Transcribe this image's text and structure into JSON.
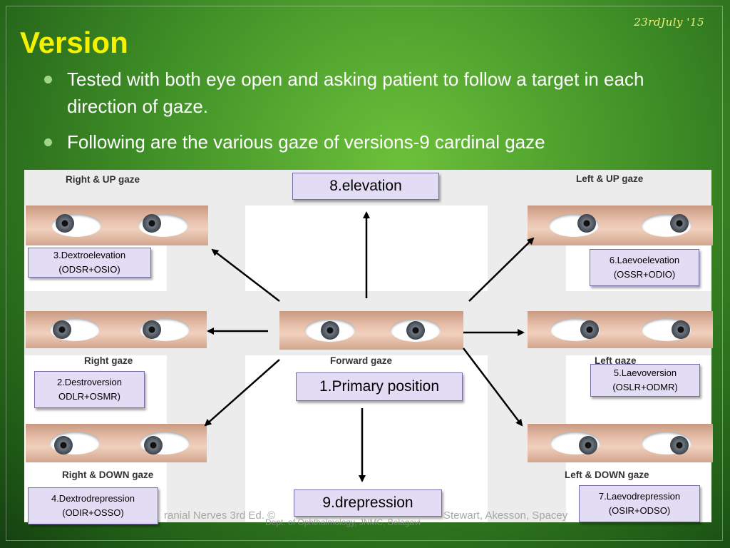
{
  "date": "23rdJuly '15",
  "title": "Version",
  "bullets": [
    "Tested with both eye open and asking patient to follow a target in each direction of gaze.",
    "Following are the various gaze of versions-9 cardinal gaze"
  ],
  "figure_labels": {
    "right_up": "Right & UP gaze",
    "left_up": "Left & UP gaze",
    "right": "Right gaze",
    "forward": "Forward gaze",
    "left": "Left gaze",
    "right_down": "Right & DOWN gaze",
    "left_down": "Left & DOWN gaze"
  },
  "boxes": {
    "elevation": "8.elevation",
    "primary": "1.Primary position",
    "depression": "9.drepression",
    "dextroelevation": {
      "line1": "3.Dextroelevation",
      "line2": "(ODSR+OSIO)"
    },
    "laevoelevation": {
      "line1": "6.Laevoelevation",
      "line2": "(OSSR+ODIO)"
    },
    "destroversion": {
      "line1": "2.Destroversion",
      "line2": "ODLR+OSMR)"
    },
    "laevoversion": {
      "line1": "5.Laevoversion",
      "line2": "(OSLR+ODMR)"
    },
    "dextrodepression": {
      "line1": "4.Dextrodrepression",
      "line2": "(ODIR+OSSO)"
    },
    "laevodepression": {
      "line1": "7.Laevodrepression",
      "line2": "(OSIR+ODSO)"
    }
  },
  "credit": "ranial Nerves 3rd Ed. ©",
  "credit_right": "Stewart, Akesson, Spacey",
  "footer": "Dept. of Ophthalmology, JNMC, Belagavi",
  "colors": {
    "title": "#f6f100",
    "box_fill": "#e3dcf5",
    "box_border": "#7a6aa8"
  }
}
